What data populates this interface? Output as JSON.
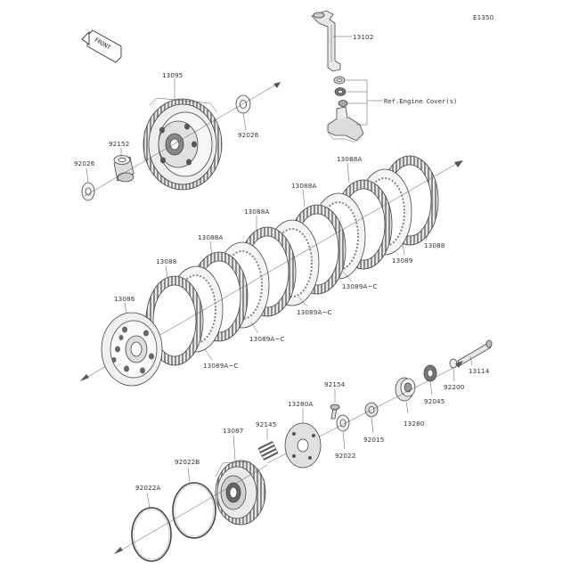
{
  "diagram_code": "E1350",
  "front_label": "FRONT",
  "ref_note": "Ref.Engine Cover(s)",
  "colors": {
    "line": "#444444",
    "fill_light": "#f2f2f2",
    "fill_mid": "#cfcfcf",
    "fill_dark": "#9a9a9a"
  },
  "labels": {
    "p13095": "13095",
    "p92026_a": "92026",
    "p92026_b": "92026",
    "p92152": "92152",
    "p13102": "13102",
    "p13088A_1": "13088A",
    "p13088A_2": "13088A",
    "p13088A_3": "13088A",
    "p13088A_4": "13088A",
    "p13088_1": "13088",
    "p13088_2": "13088",
    "p13089": "13089",
    "p13089AC_1": "13089A~C",
    "p13089AC_2": "13089A~C",
    "p13089AC_3": "13089A~C",
    "p13089AC_4": "13089A~C",
    "p13086": "13086",
    "p13114": "13114",
    "p92200": "92200",
    "p92045": "92045",
    "p13280": "13280",
    "p92015": "92015",
    "p92154": "92154",
    "p13280A": "13280A",
    "p92145": "92145",
    "p92022": "92022",
    "p13087": "13087",
    "p92022B": "92022B",
    "p92022A": "92022A"
  }
}
